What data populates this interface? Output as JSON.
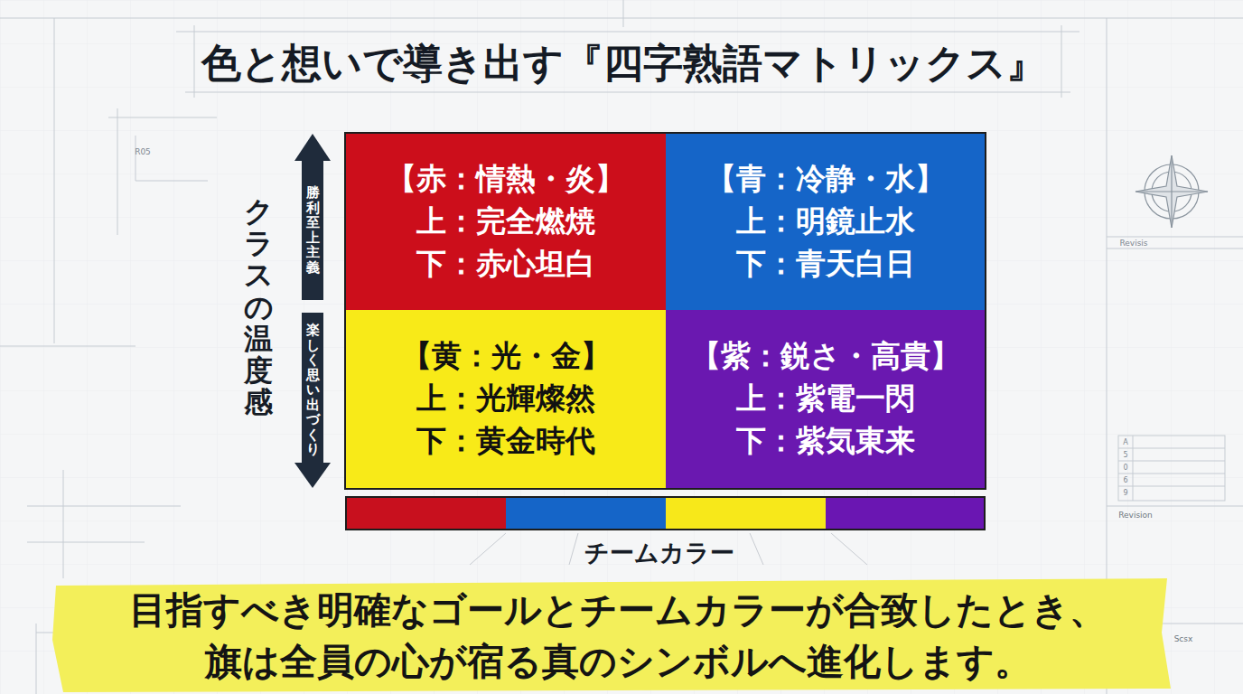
{
  "diagram": {
    "title": "色と想いで導き出す『四字熟語マトリックス』",
    "caption": "目指すべき明確なゴールとチームカラーが合致したとき、 旗は全員の心が宿る真のシンボルへ進化します。",
    "nodes": [
      {
        "text": [
          "【赤：情熱・炎】",
          "上：完全燃焼",
          "下：赤心坦白"
        ]
      },
      {
        "text": [
          "【青：冷静・水】",
          "上：明鏡止水",
          "下：青天白日"
        ]
      },
      {
        "text": [
          "【黄：光・金】",
          "上：光輝燦然",
          "下：黄金時代"
        ]
      },
      {
        "text": [
          "【紫：鋭さ・高貴】",
          "上：紫電一閃",
          "下：紫気東来"
        ]
      }
    ],
    "labels": [
      "クラスの温度感",
      "勝利至上主義",
      "楽しく思い出づくり",
      "チームカラー",
      "R05",
      "Revisis",
      "A",
      "5",
      "0",
      "6",
      "9",
      "Revision",
      "Scsx"
    ]
  }
}
